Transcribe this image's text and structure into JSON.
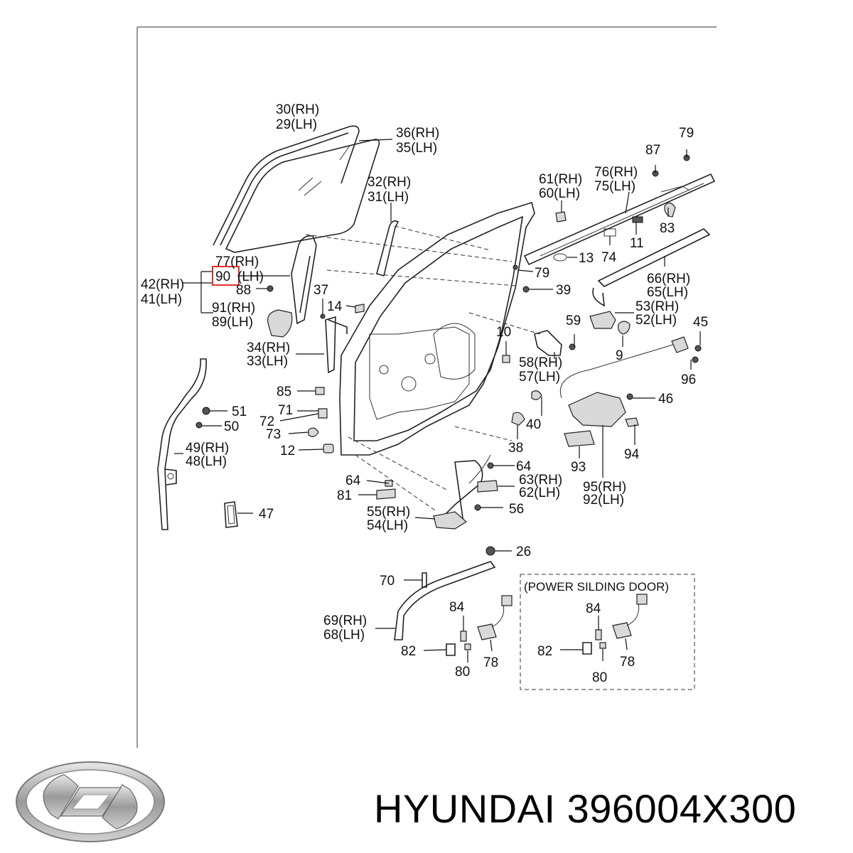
{
  "labels": {
    "l30": "30(RH)",
    "l29": "29(LH)",
    "l36": "36(RH)",
    "l35": "35(LH)",
    "l32": "32(RH)",
    "l31": "31(LH)",
    "l79a": "79",
    "l87": "87",
    "l61": "61(RH)",
    "l60": "60(LH)",
    "l76": "76(RH)",
    "l75": "75(LH)",
    "l83": "83",
    "l11": "11",
    "l74": "74",
    "l13": "13",
    "l79b": "79",
    "l66": "66(RH)",
    "l65": "65(LH)",
    "l77": "77(RH)",
    "l90": "90",
    "l90lh": "(LH)",
    "l42": "42(RH)",
    "l41": "41(LH)",
    "l88": "88",
    "l91": "91(RH)",
    "l89": "89(LH)",
    "l37": "37",
    "l14": "14",
    "l39": "39",
    "l53": "53(RH)",
    "l52": "52(LH)",
    "l59": "59",
    "l45": "45",
    "l10": "10",
    "l9": "9",
    "l96": "96",
    "l34": "34(RH)",
    "l33": "33(LH)",
    "l58": "58(RH)",
    "l57": "57(LH)",
    "l85": "85",
    "l46": "46",
    "l51": "51",
    "l71": "71",
    "l72": "72",
    "l50": "50",
    "l40": "40",
    "l73": "73",
    "l38": "38",
    "l94": "94",
    "l12": "12",
    "l49": "49(RH)",
    "l48": "48(LH)",
    "l93": "93",
    "l64a": "64",
    "l64b": "64",
    "l63": "63(RH)",
    "l62": "62(LH)",
    "l95": "95(RH)",
    "l92": "92(LH)",
    "l81": "81",
    "l55": "55(RH)",
    "l54": "54(LH)",
    "l56": "56",
    "l47": "47",
    "l26": "26",
    "l70": "70",
    "power": "(POWER SILDING DOOR)",
    "l84a": "84",
    "l84b": "84",
    "l69": "69(RH)",
    "l68": "68(LH)",
    "l82a": "82",
    "l82b": "82",
    "l78a": "78",
    "l78b": "78",
    "l80a": "80",
    "l80b": "80"
  },
  "caption": {
    "brand": "HYUNDAI",
    "part_number": "396004X300"
  },
  "highlight_color": "#e03030",
  "logo_icon": "hyundai-logo-icon"
}
